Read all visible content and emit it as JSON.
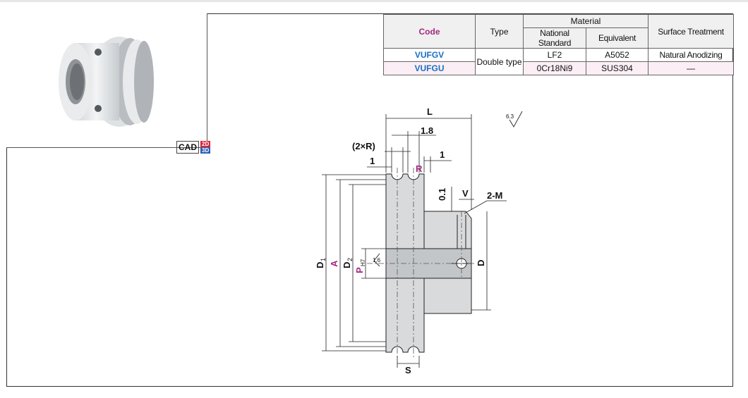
{
  "table": {
    "headers": {
      "code": "Code",
      "type": "Type",
      "material": "Material",
      "national_standard": "National Standard",
      "equivalent": "Equivalent",
      "surface_treatment": "Surface Treatment"
    },
    "rows": [
      {
        "code": "VUFGV",
        "type": "Double type",
        "national_standard": "LF2",
        "equivalent": "A5052",
        "surface_treatment": "Natural Anodizing"
      },
      {
        "code": "VUFGU",
        "national_standard": "0Cr18Ni9",
        "equivalent": "SUS304",
        "surface_treatment": "—"
      }
    ]
  },
  "badge": {
    "cad": "CAD",
    "two_d": "2D",
    "three_d": "3D"
  },
  "drawing": {
    "L": "L",
    "one_point_eight": "1.8",
    "two_x_r": "(2×R)",
    "one_left": "1",
    "one_right": "1",
    "R": "R",
    "zero_one": "0.1",
    "V": "V",
    "two_M": "2-M",
    "D1": "D",
    "D1_sub": "1",
    "A": "A",
    "D2": "D",
    "D2_sub": "2",
    "P": "P",
    "P_tol": "H7",
    "finish_p": "1.6",
    "D": "D",
    "S": "S",
    "finish_top": "6.3"
  },
  "colors": {
    "code_header": "#a3287f",
    "code_value": "#1a6fc2",
    "row_highlight": "#fbeff5",
    "dimension_magenta": "#a3287f"
  }
}
